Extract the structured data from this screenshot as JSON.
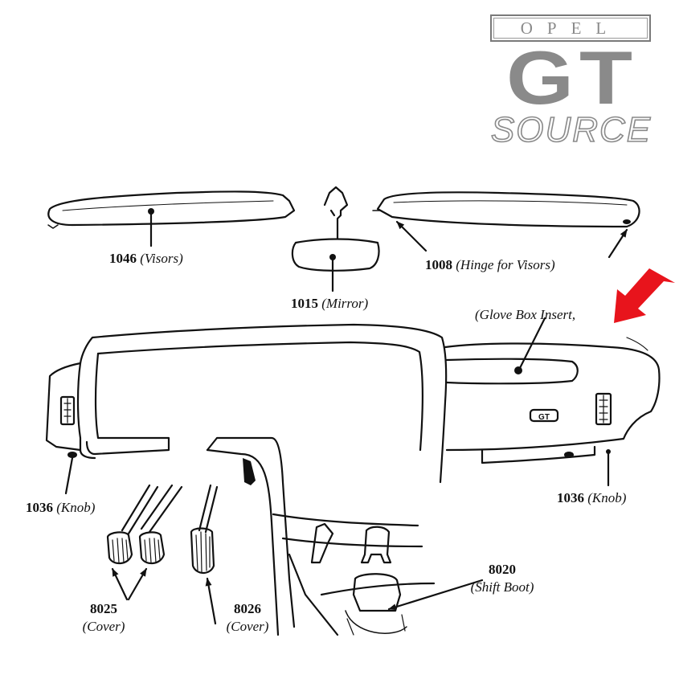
{
  "logo": {
    "top": "OPEL",
    "middle": "GT",
    "bottom": "SOURCE"
  },
  "parts": {
    "visors": {
      "number": "1046",
      "desc": "(Visors)"
    },
    "hinge": {
      "number": "1008",
      "desc": "(Hinge  for Visors)"
    },
    "mirror": {
      "number": "1015",
      "desc": "(Mirror)"
    },
    "glove_box": {
      "desc": "(Glove Box Insert,"
    },
    "knob_left": {
      "number": "1036",
      "desc": "(Knob)"
    },
    "knob_right": {
      "number": "1036",
      "desc": "(Knob)"
    },
    "cover_8025": {
      "number": "8025",
      "desc": "(Cover)"
    },
    "cover_8026": {
      "number": "8026",
      "desc": "(Cover)"
    },
    "shift_boot": {
      "number": "8020",
      "desc": "(Shift Boot)"
    }
  },
  "dash_badge": "GT",
  "colors": {
    "line": "#111111",
    "arrow_highlight": "#e8141c",
    "logo_gray": "#8a8a8a"
  }
}
